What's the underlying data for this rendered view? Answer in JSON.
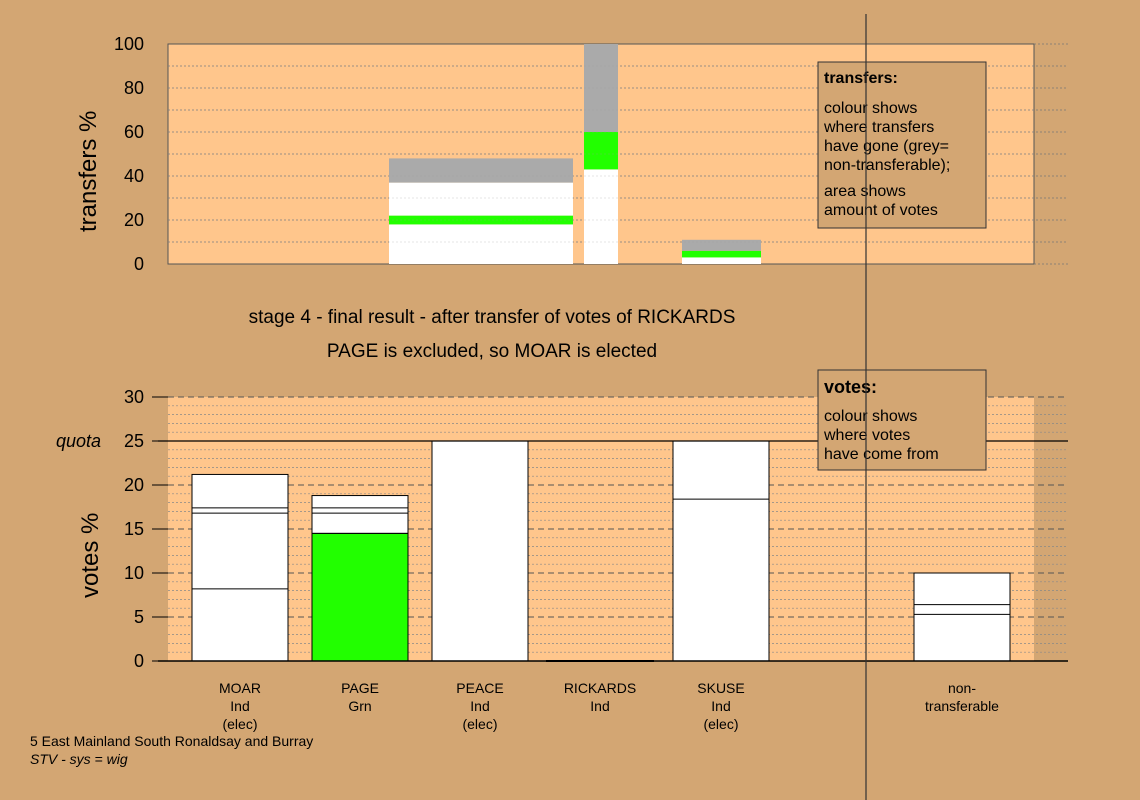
{
  "title_line1": "stage 4 - final result - after transfer of votes of RICKARDS",
  "title_line2": "PAGE is excluded, so MOAR is elected",
  "footer_line1": "5 East Mainland South Ronaldsay and Burray",
  "footer_line2": "STV - sys = wig",
  "colors": {
    "background": "#D3A673",
    "plot": "#FFC68C",
    "white": "#FFFFFF",
    "green": "#22FF00",
    "grey": "#AAAAAA"
  },
  "legend_transfers": {
    "heading": "transfers:",
    "para1": [
      "colour shows",
      "where transfers",
      "have gone (grey=",
      "non-transferable);"
    ],
    "para2": [
      "area shows",
      "amount of votes"
    ]
  },
  "legend_votes": {
    "heading": "votes:",
    "para1": [
      "colour shows",
      "where votes",
      "have come from"
    ]
  },
  "chart_data": [
    {
      "type": "bar",
      "name": "transfers",
      "ylabel": "transfers %",
      "ylim": [
        0,
        100
      ],
      "yticks": [
        0,
        20,
        40,
        60,
        80,
        100
      ],
      "bars": [
        {
          "segments": [
            {
              "from": 0,
              "to": 18,
              "color": "white"
            },
            {
              "from": 18,
              "to": 22,
              "color": "green"
            },
            {
              "from": 22,
              "to": 37,
              "color": "white"
            },
            {
              "from": 37,
              "to": 48,
              "color": "grey"
            }
          ]
        },
        {
          "segments": [
            {
              "from": 0,
              "to": 43,
              "color": "white"
            },
            {
              "from": 43,
              "to": 60,
              "color": "green"
            },
            {
              "from": 60,
              "to": 100,
              "color": "grey"
            }
          ]
        },
        {
          "segments": [
            {
              "from": 0,
              "to": 3,
              "color": "white"
            },
            {
              "from": 3,
              "to": 6,
              "color": "green"
            },
            {
              "from": 6,
              "to": 11,
              "color": "grey"
            }
          ]
        }
      ]
    },
    {
      "type": "bar",
      "name": "votes",
      "ylabel": "votes %",
      "ylim": [
        0,
        30
      ],
      "yticks": [
        0,
        5,
        10,
        15,
        20,
        25,
        30
      ],
      "quota": 25,
      "quota_label": "quota",
      "candidates": [
        {
          "name": "MOAR",
          "party": "Ind",
          "status": "(elec)",
          "total": 21.2,
          "dividers": [
            8.2,
            16.8,
            17.4
          ],
          "base": 0,
          "base_color": "white"
        },
        {
          "name": "PAGE",
          "party": "Grn",
          "status": "",
          "total": 18.8,
          "dividers": [
            14.5,
            16.8,
            17.4
          ],
          "base": 14.5,
          "base_color": "green"
        },
        {
          "name": "PEACE",
          "party": "Ind",
          "status": "(elec)",
          "total": 25,
          "dividers": [],
          "base": 0,
          "base_color": "white"
        },
        {
          "name": "RICKARDS",
          "party": "Ind",
          "status": "",
          "total": 0,
          "dividers": [],
          "base": 0,
          "base_color": "white"
        },
        {
          "name": "SKUSE",
          "party": "Ind",
          "status": "(elec)",
          "total": 25,
          "dividers": [
            18.4
          ],
          "base": 0,
          "base_color": "white"
        },
        {
          "name": "non-",
          "party": "transferable",
          "status": "",
          "total": 10,
          "dividers": [
            5.3,
            6.4
          ],
          "base": 0,
          "base_color": "white"
        }
      ]
    }
  ]
}
